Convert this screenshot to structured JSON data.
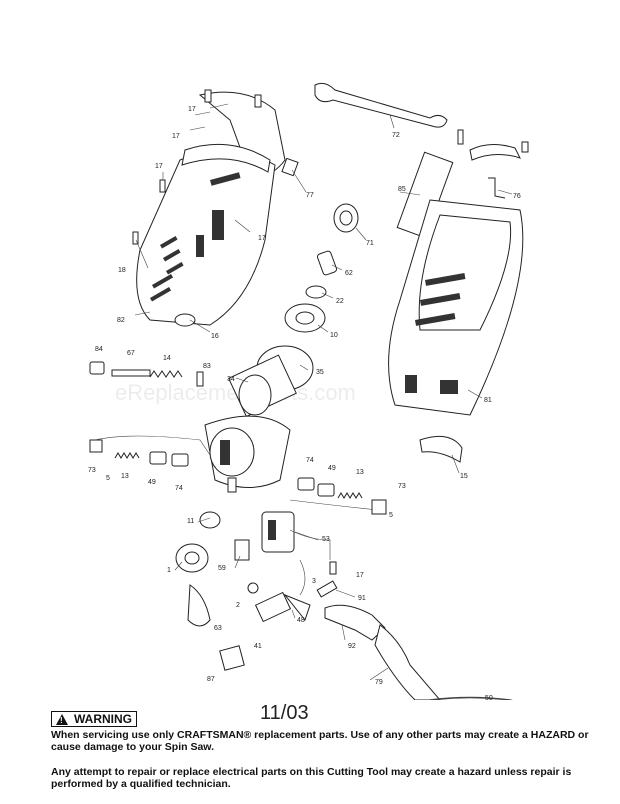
{
  "watermark": "eReplacementParts.com",
  "date_code": "11/03",
  "warning": {
    "label": "WARNING",
    "paragraph_1": "When servicing use only CRAFTSMAN® replacement parts. Use of any other parts may create a HAZARD or cause damage to your Spin Saw.",
    "paragraph_2": "Any attempt to repair or replace electrical parts on this Cutting Tool may create a hazard unless repair is performed by a qualified technician."
  },
  "callouts": [
    "17",
    "17",
    "17",
    "17",
    "18",
    "82",
    "16",
    "72",
    "77",
    "85",
    "76",
    "71",
    "62",
    "22",
    "10",
    "81",
    "84",
    "67",
    "14",
    "83",
    "35",
    "34",
    "73",
    "5",
    "13",
    "49",
    "74",
    "74",
    "49",
    "13",
    "73",
    "5",
    "11",
    "53",
    "59",
    "1",
    "3",
    "17",
    "91",
    "2",
    "48",
    "63",
    "41",
    "92",
    "87",
    "79",
    "50",
    "15"
  ]
}
